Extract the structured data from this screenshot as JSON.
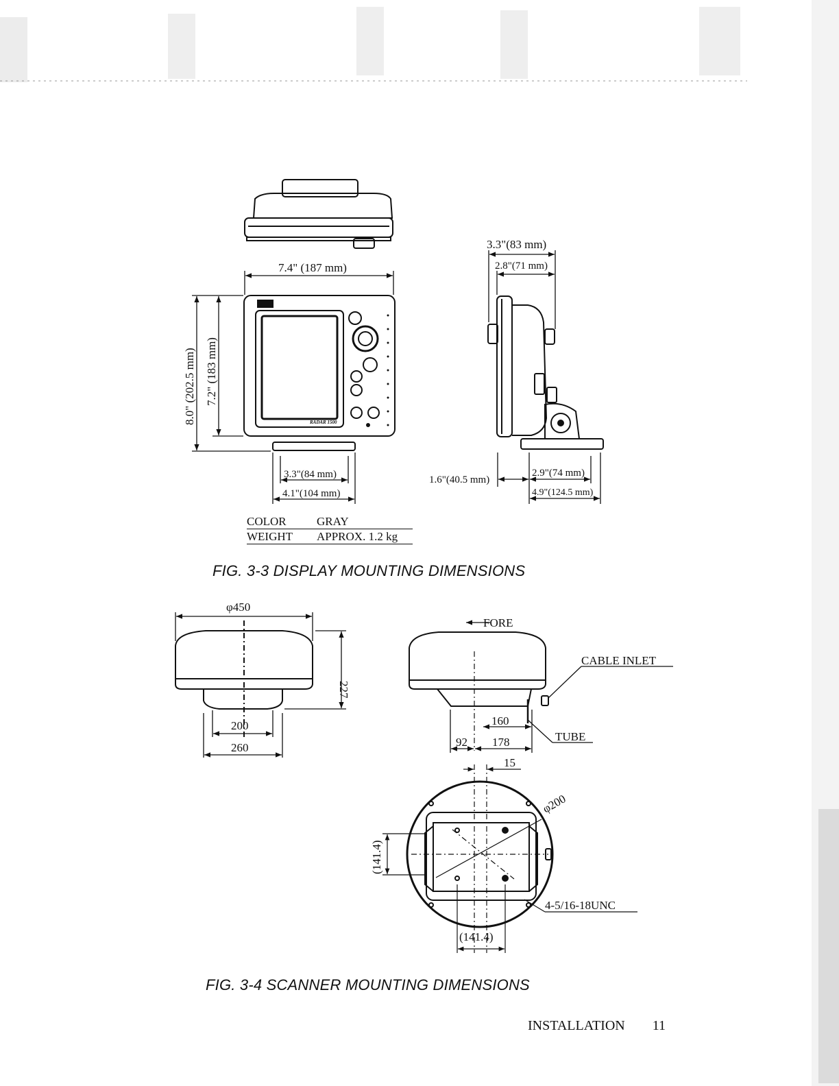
{
  "fig33": {
    "caption": "FIG. 3-3  DISPLAY MOUNTING DIMENSIONS",
    "dims": {
      "width": "7.4\" (187 mm)",
      "height_outer": "8.0\" (202.5 mm)",
      "height_inner": "7.2\" (183 mm)",
      "base_inner": "3.3\"(84 mm)",
      "base_outer": "4.1\"(104 mm)",
      "depth_outer": "3.3\"(83 mm)",
      "depth_inner": "2.8\"(71 mm)",
      "side_offset": "1.6\"(40.5 mm)",
      "side_base_inner": "2.9\"(74 mm)",
      "side_base_outer": "4.9\"(124.5 mm)"
    },
    "brand_label": "RADAR 1500",
    "specs": [
      {
        "key": "COLOR",
        "value": "GRAY"
      },
      {
        "key": "WEIGHT",
        "value": "APPROX. 1.2 kg"
      }
    ]
  },
  "fig34": {
    "caption": "FIG. 3-4  SCANNER MOUNTING DIMENSIONS",
    "dims": {
      "diameter": "φ450",
      "height": "227",
      "base_inner": "200",
      "base_outer": "260",
      "fore": "FORE",
      "cable_inlet": "CABLE INLET",
      "tube": "TUBE",
      "d160": "160",
      "d92": "92",
      "d178": "178",
      "d15": "15",
      "phi200": "φ200",
      "h141": "(141.4)",
      "w141": "(141.4)",
      "bolt": "4-5/16-18UNC"
    }
  },
  "footer": {
    "section": "INSTALLATION",
    "page": "11"
  }
}
